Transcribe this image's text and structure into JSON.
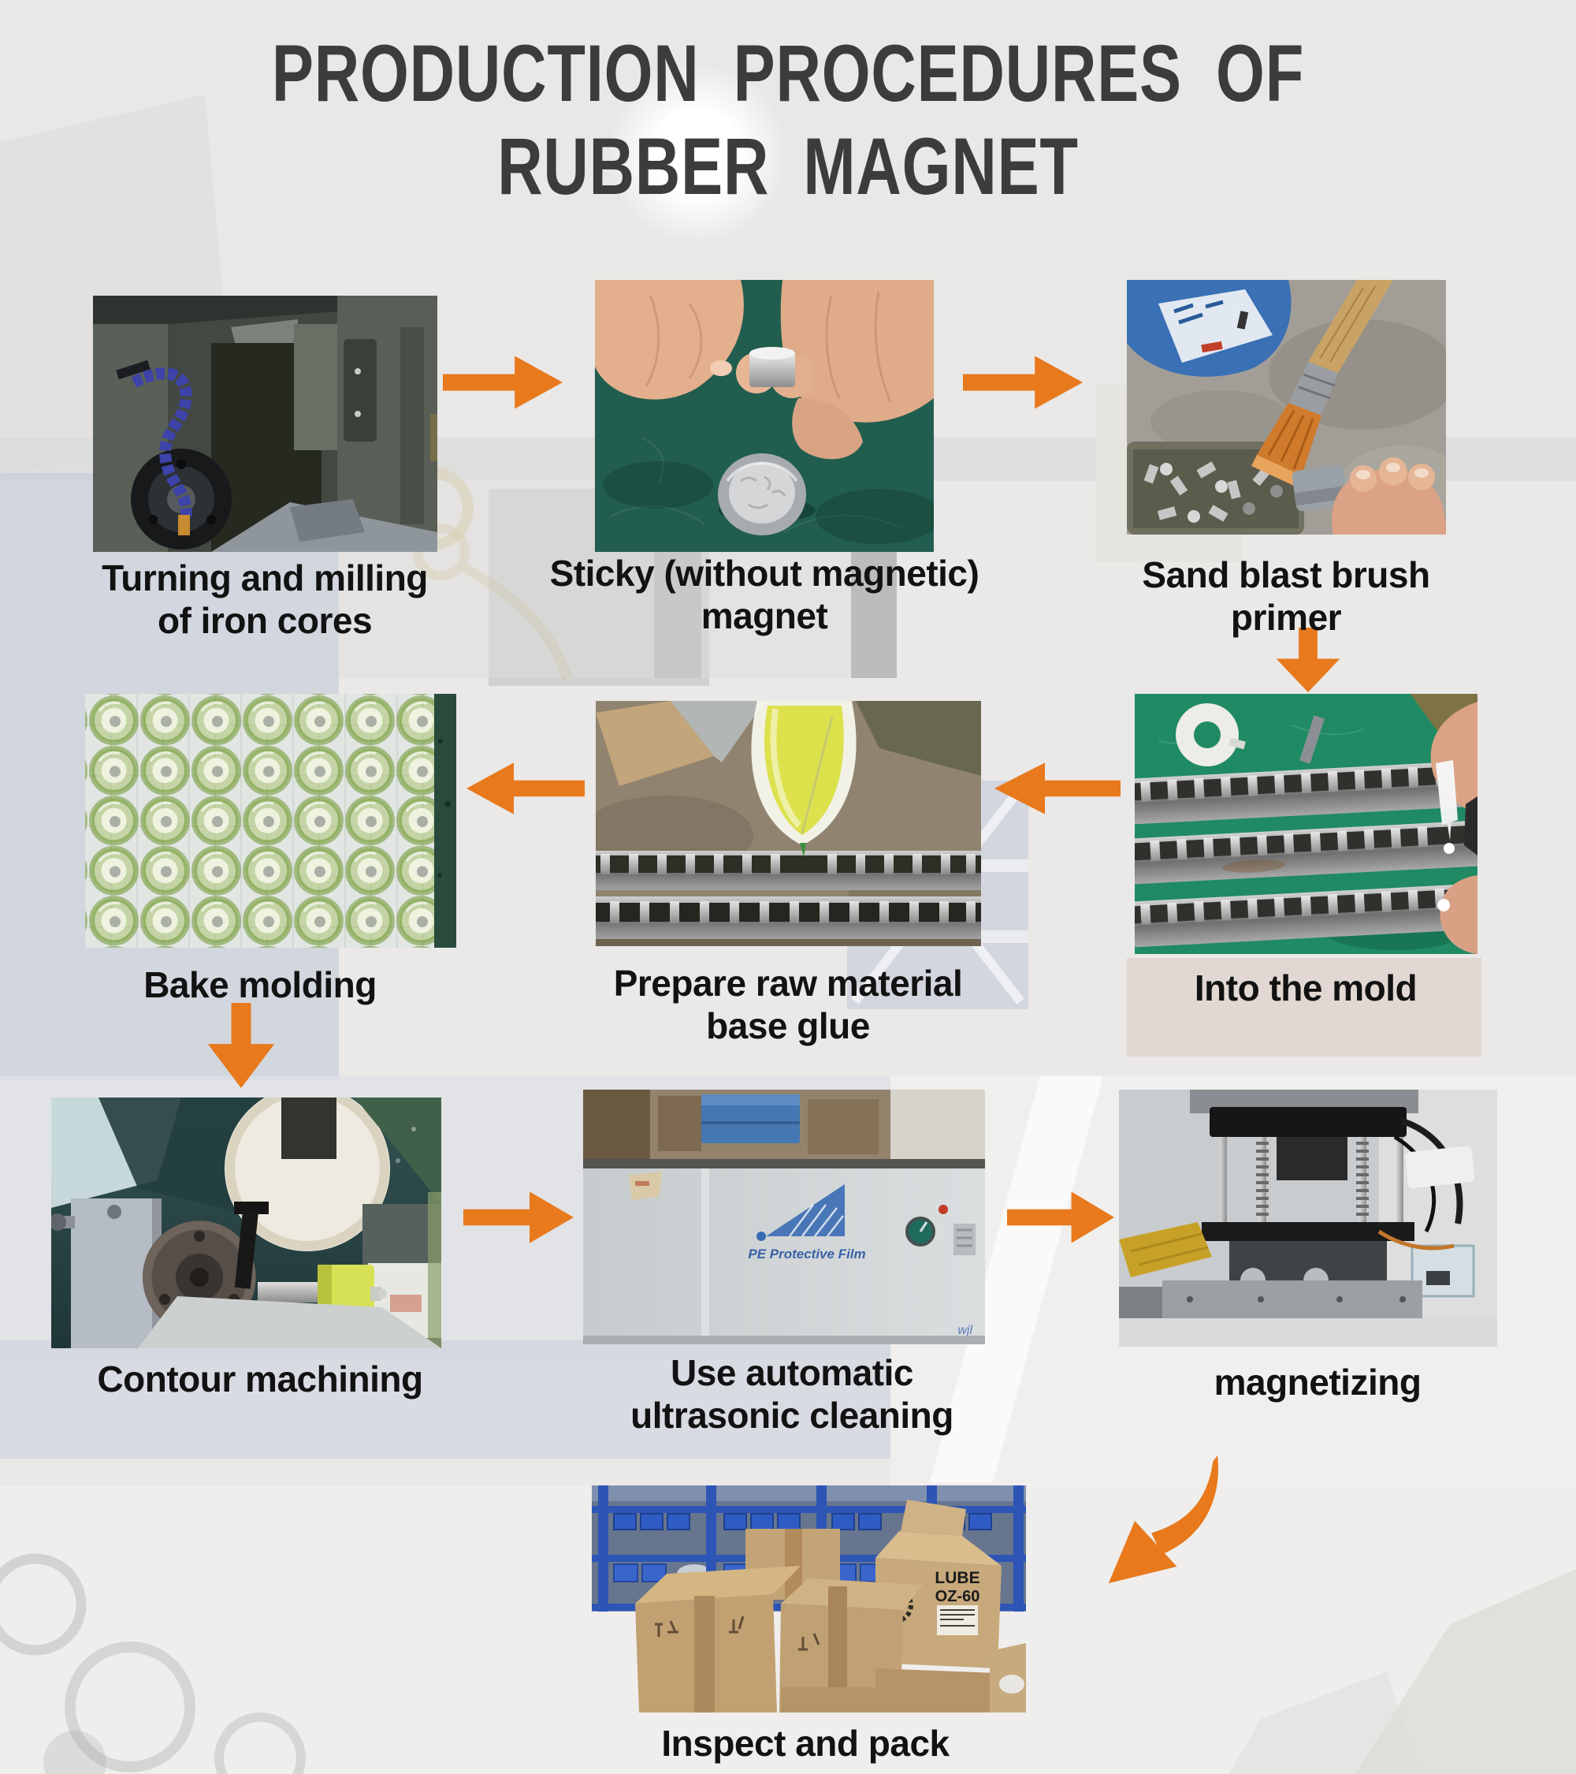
{
  "title": {
    "line1": "PRODUCTION PROCEDURES OF",
    "line2": "RUBBER MAGNET"
  },
  "colors": {
    "accent": "#E8791D",
    "caption": "#121212",
    "title": "#3C3C3C"
  },
  "steps": [
    {
      "name": "turning-milling",
      "caption_line1": "Turning and milling",
      "caption_line2": "of iron cores"
    },
    {
      "name": "sticky-magnet",
      "caption_line1": "Sticky (without magnetic)",
      "caption_line2": "magnet"
    },
    {
      "name": "sand-blast-brush",
      "caption_line1": "Sand blast brush",
      "caption_line2": "primer"
    },
    {
      "name": "into-the-mold",
      "caption_line1": "Into the mold",
      "caption_line2": ""
    },
    {
      "name": "prepare-raw-material",
      "caption_line1": "Prepare raw material",
      "caption_line2": "base glue"
    },
    {
      "name": "bake-molding",
      "caption_line1": "Bake molding",
      "caption_line2": ""
    },
    {
      "name": "contour-machining",
      "caption_line1": "Contour machining",
      "caption_line2": ""
    },
    {
      "name": "ultrasonic-cleaning",
      "caption_line1": "Use automatic",
      "caption_line2": "ultrasonic cleaning"
    },
    {
      "name": "magnetizing",
      "caption_line1": "magnetizing",
      "caption_line2": ""
    },
    {
      "name": "inspect-and-pack",
      "caption_line1": "Inspect and pack",
      "caption_line2": ""
    }
  ],
  "photo_labels": {
    "ultrasonic_logo": "PE Protective Film",
    "ultrasonic_corner": "wjl",
    "box_brand": "LUBE",
    "box_model": "OZ-60"
  }
}
